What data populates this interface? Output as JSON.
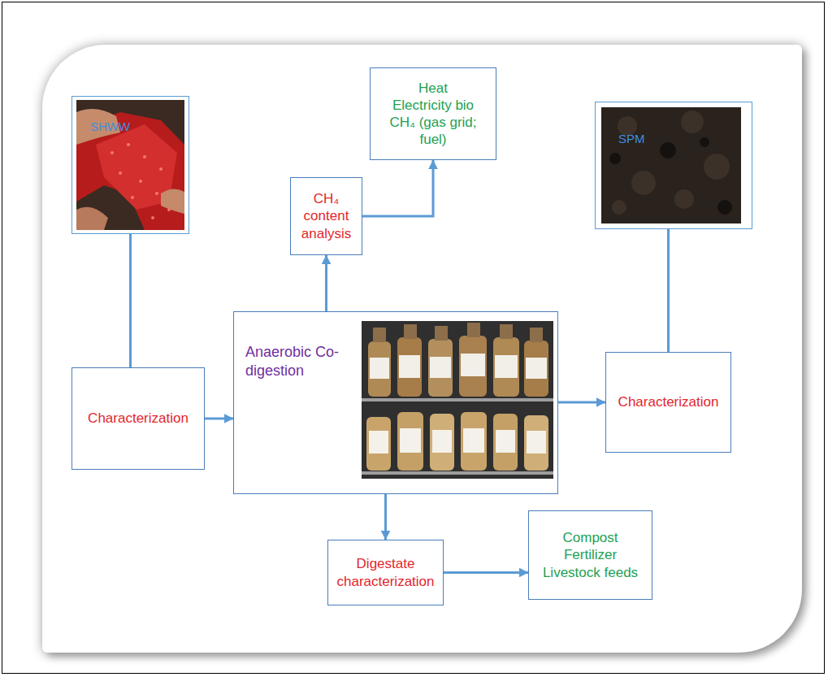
{
  "diagram": {
    "nodes": [
      {
        "text": [
          "SHWW"
        ]
      },
      {
        "text": [
          "Characterization"
        ]
      },
      {
        "text": [
          "Anaerobic Co-digestion"
        ]
      },
      {
        "text": [
          "CH₄ content analysis"
        ]
      },
      {
        "text": [
          "Heat Electricity bio CH₄ (gas grid; fuel)"
        ]
      },
      {
        "text": [
          "SPM"
        ]
      },
      {
        "text": [
          "Characterization"
        ]
      },
      {
        "text": [
          "Digestate characterization"
        ]
      },
      {
        "text": [
          "Compost Fertilizer Livestock feeds"
        ]
      }
    ],
    "edges": [
      {
        "from": 0,
        "to": 1,
        "arrow": "none"
      },
      {
        "from": 1,
        "to": 2,
        "arrow": "to"
      },
      {
        "from": 2,
        "to": 3,
        "arrow": "to"
      },
      {
        "from": 3,
        "to": 4,
        "arrow": "to"
      },
      {
        "from": 2,
        "to": 6,
        "arrow": "to"
      },
      {
        "from": 6,
        "to": 5,
        "arrow": "none"
      },
      {
        "from": 2,
        "to": 7,
        "arrow": "to"
      },
      {
        "from": 7,
        "to": 8,
        "arrow": "to"
      }
    ]
  }
}
